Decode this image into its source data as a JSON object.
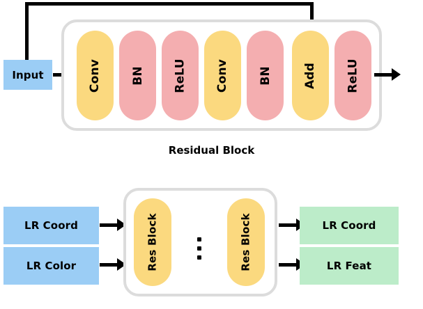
{
  "diagram": {
    "title_caption": "Residual Block",
    "colors": {
      "yellow": "#FBD97F",
      "pink": "#F4AEB0",
      "blue": "#9BCDF5",
      "green": "#BCECC9",
      "container_border": "#DCDCDC",
      "line": "#000000"
    },
    "top_section": {
      "input_label": "Input",
      "caption": "Residual Block",
      "stages": [
        {
          "label": "Conv",
          "color": "yellow"
        },
        {
          "label": "BN",
          "color": "pink"
        },
        {
          "label": "ReLU",
          "color": "pink"
        },
        {
          "label": "Conv",
          "color": "yellow"
        },
        {
          "label": "BN",
          "color": "pink"
        },
        {
          "label": "Add",
          "color": "yellow"
        },
        {
          "label": "ReLU",
          "color": "pink"
        }
      ],
      "skip_connection": {
        "from": "Input",
        "to": "Add"
      }
    },
    "bottom_section": {
      "inputs": [
        {
          "label": "LR Coord",
          "color": "blue"
        },
        {
          "label": "LR Color",
          "color": "blue"
        }
      ],
      "blocks": [
        {
          "label": "Res Block",
          "color": "yellow"
        },
        {
          "label": "Res Block",
          "color": "yellow"
        }
      ],
      "ellipsis": "⋮",
      "outputs": [
        {
          "label": "LR Coord",
          "color": "green"
        },
        {
          "label": "LR Feat",
          "color": "green"
        }
      ]
    }
  }
}
